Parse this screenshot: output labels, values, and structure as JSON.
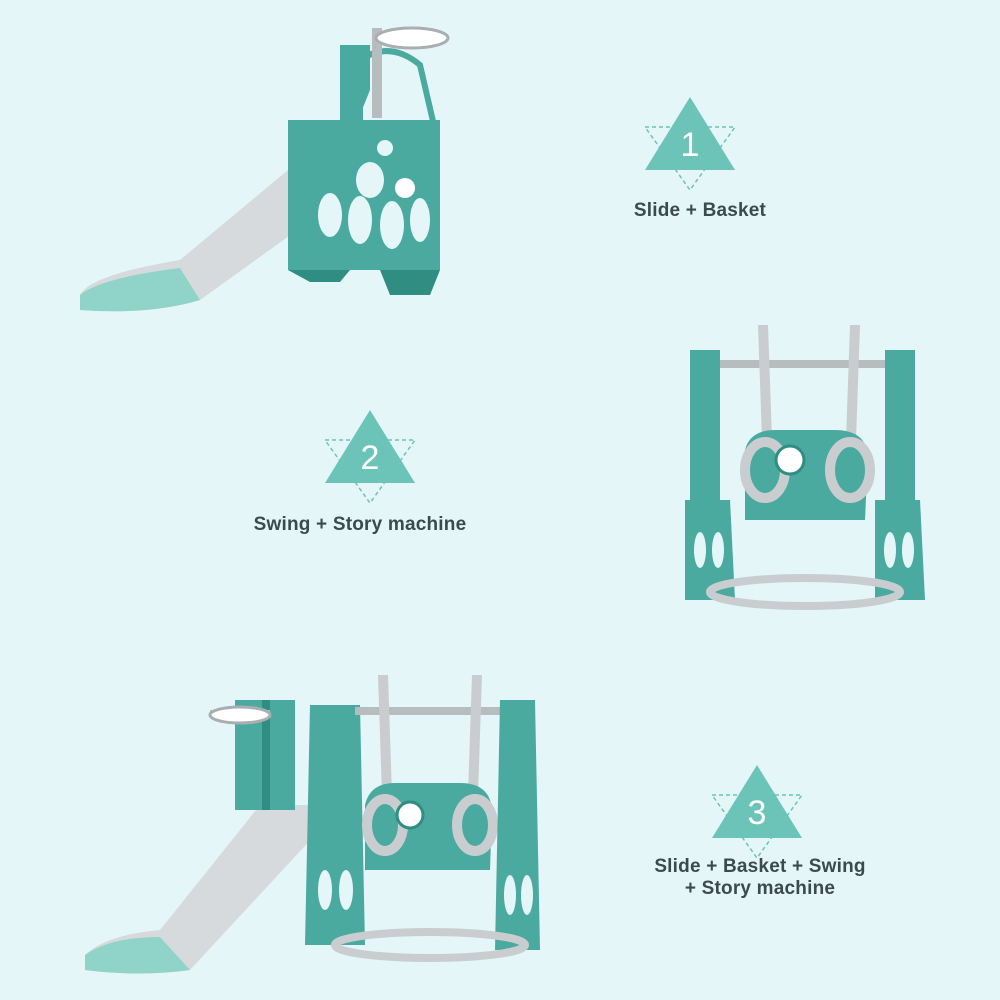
{
  "colors": {
    "background": "#e4f6f7",
    "teal": "#4aaa9f",
    "teal_dark": "#2f8d82",
    "grey": "#c9cdd0",
    "grey_dark": "#a9aeb2",
    "badge": "#6cc4b8",
    "caption_text": "#3d4a4d"
  },
  "options": [
    {
      "number": "1",
      "caption_line1": "Slide + Basket",
      "caption_line2": "",
      "illustration": "slide-with-basket"
    },
    {
      "number": "2",
      "caption_line1": "Swing + Story machine",
      "caption_line2": "",
      "illustration": "swing-with-story-machine"
    },
    {
      "number": "3",
      "caption_line1": "Slide + Basket + Swing",
      "caption_line2": "+ Story machine",
      "illustration": "slide-basket-swing-story-machine"
    }
  ]
}
